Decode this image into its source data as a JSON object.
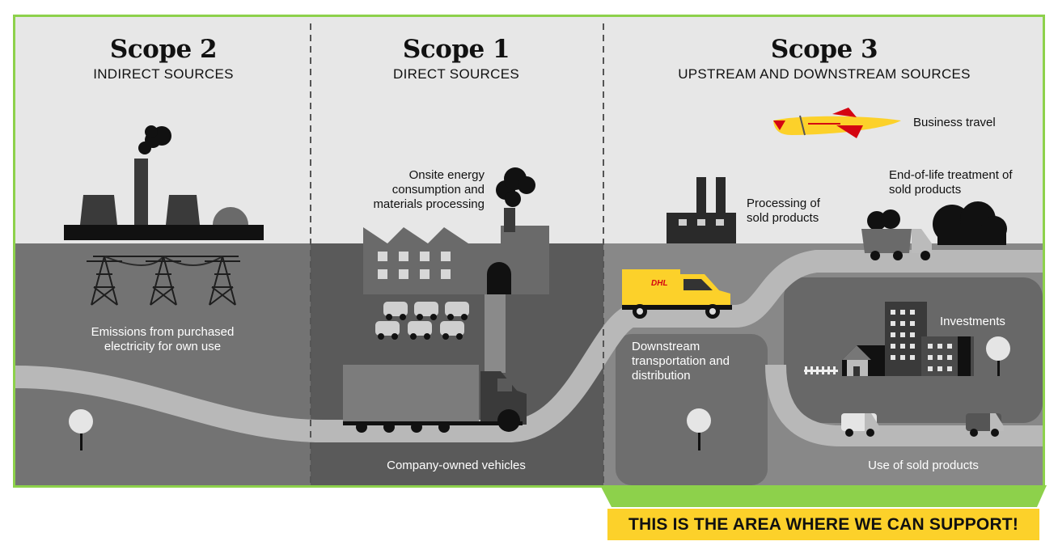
{
  "columns": [
    {
      "id": "scope2",
      "title": "Scope 2",
      "subtitle": "INDIRECT SOURCES",
      "labels": [
        "Emissions from purchased electricity for own use"
      ]
    },
    {
      "id": "scope1",
      "title": "Scope 1",
      "subtitle": "DIRECT SOURCES",
      "labels": [
        "Onsite energy consumption and materials processing",
        "Company-owned vehicles"
      ]
    },
    {
      "id": "scope3",
      "title": "Scope 3",
      "subtitle": "UPSTREAM AND DOWNSTREAM SOURCES",
      "labels": [
        "Business travel",
        "End-of-life treatment of sold products",
        "Processing of sold products",
        "Downstream transportation and distribution",
        "Investments",
        "Use of sold products"
      ]
    }
  ],
  "branding": {
    "vehicle_logo": "DHL"
  },
  "callout": {
    "text": "THIS IS THE AREA WHERE WE CAN SUPPORT!"
  },
  "colors": {
    "frame_border": "#8dd14b",
    "banner": "#fcd12a",
    "dhl_yellow": "#fcd12a",
    "dhl_red": "#d40511"
  }
}
